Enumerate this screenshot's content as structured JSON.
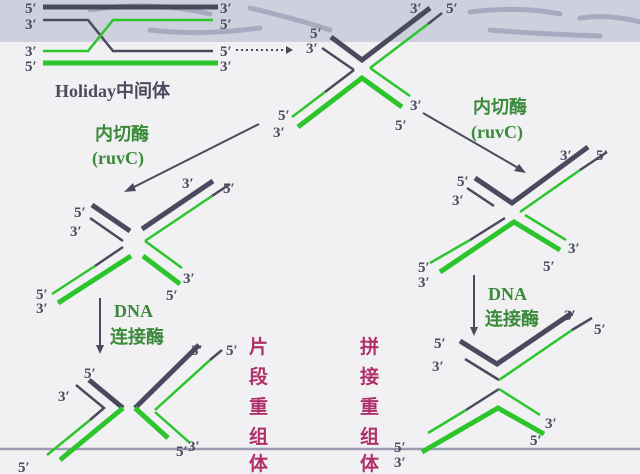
{
  "colors": {
    "strand_dark": "#4a4a5e",
    "strand_green": "#2cc52c",
    "enzyme_text": "#3a8a3a",
    "result_text": "#b0306a"
  },
  "holliday": {
    "title": "Holiday中间体",
    "ends_left": [
      "5′",
      "3′",
      "3′",
      "5′"
    ],
    "ends_right": [
      "3′",
      "5′",
      "5′",
      "3′"
    ]
  },
  "x_junction": {
    "ends": [
      "5′",
      "3′",
      "3′",
      "5′",
      "5′",
      "3′",
      "3′",
      "5′"
    ]
  },
  "left_cut": {
    "enzyme": "内切酶",
    "enzyme_sub": "(ruvC)",
    "ends": [
      "3′",
      "5′",
      "5′",
      "3′",
      "3′",
      "5′",
      "5′",
      "3′"
    ]
  },
  "right_cut": {
    "enzyme": "内切酶",
    "enzyme_sub": "(ruvC)",
    "ends": [
      "3′",
      "5′",
      "5′",
      "3′",
      "5′",
      "3′",
      "3′",
      "5′"
    ]
  },
  "left_ligase": {
    "line1": "DNA",
    "line2": "连接酶"
  },
  "right_ligase": {
    "line1": "DNA",
    "line2": "连接酶"
  },
  "left_product": {
    "ends": [
      "3′",
      "5′",
      "5′",
      "3′",
      "5′",
      "5′",
      "3′"
    ],
    "label": [
      "片",
      "段",
      "重",
      "组",
      "体"
    ]
  },
  "right_product": {
    "ends": [
      "5′",
      "3′",
      "3′",
      "5′",
      "3′",
      "5′",
      "5′",
      "3′"
    ],
    "label": [
      "拼",
      "接",
      "重",
      "组",
      "体"
    ]
  }
}
